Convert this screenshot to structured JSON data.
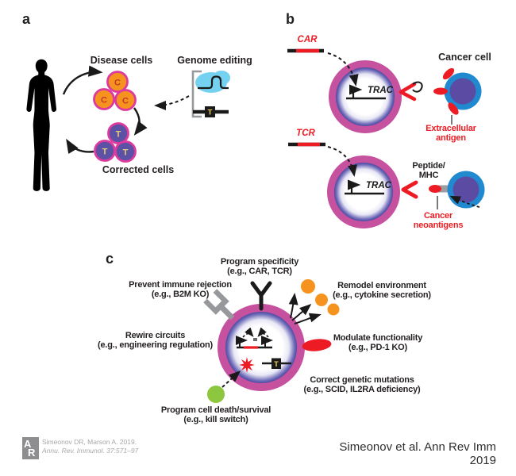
{
  "panel_a": {
    "label": "a",
    "disease_cells": "Disease cells",
    "genome_editing": "Genome editing",
    "corrected_cells": "Corrected cells",
    "cell_letter_c": "C",
    "cell_letter_t": "T",
    "template_letter": "T"
  },
  "panel_b": {
    "label": "b",
    "car": "CAR",
    "tcr": "TCR",
    "trac": "TRAC",
    "cancer_cell": "Cancer cell",
    "extracellular_antigen": "Extracellular\nantigen",
    "peptide_mhc": "Peptide/\nMHC",
    "cancer_neoantigens": "Cancer\nneoantigens"
  },
  "panel_c": {
    "label": "c",
    "program_specificity": "Program specificity\n(e.g., CAR, TCR)",
    "prevent_immune_rejection": "Prevent immune rejection\n(e.g., B2M KO)",
    "remodel_environment": "Remodel environment\n(e.g., cytokine secretion)",
    "rewire_circuits": "Rewire circuits\n(e.g., engineering regulation)",
    "modulate_functionality": "Modulate functionality\n(e.g., PD-1 KO)",
    "correct_genetic_mutations": "Correct genetic mutations\n(e.g., SCID, IL2RA deficiency)",
    "program_cell_death": "Program cell death/survival\n(e.g., kill switch)",
    "template_letter": "T"
  },
  "footer": {
    "logo_a": "A",
    "logo_r": "R",
    "citation_line1": "Simeonov DR, Marson A. 2019.",
    "citation_line2": "Annu. Rev. Immunol. 37:571–97",
    "caption": "Simeonov et al. Ann Rev Imm 2019"
  },
  "colors": {
    "membrane_magenta": "#c6519f",
    "cytoplasm_purple": "#3c3b98",
    "disease_cell_orange": "#f6921e",
    "corrected_cell_purple": "#5b51a5",
    "cancer_cell_blue": "#2089cf",
    "cancer_nucleus_purple": "#5b4ba3",
    "accent_red": "#ed1c24",
    "cytokine_orange": "#f6921e",
    "kill_switch_green": "#8dc63f",
    "receptor_gray": "#96989b",
    "cas9_cyan": "#74d2f0",
    "edit_yellow": "#f5d35e",
    "text_black": "#231f20",
    "citation_gray": "#a9a7a8"
  }
}
